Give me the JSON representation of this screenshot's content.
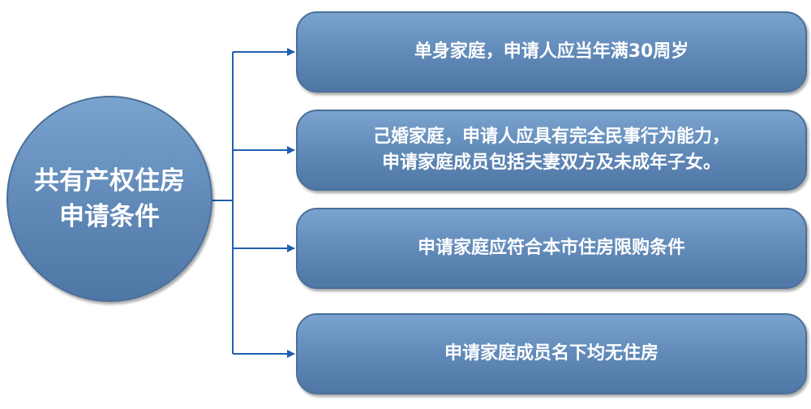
{
  "diagram": {
    "root": {
      "lines": [
        "共有产权住房",
        "申请条件"
      ]
    },
    "branches": [
      {
        "lines": [
          "单身家庭，申请人应当年满30周岁"
        ]
      },
      {
        "lines": [
          "己婚家庭，申请人应具有完全民事行为能力，",
          "申请家庭成员包括夫妻双方及未成年子女。"
        ]
      },
      {
        "lines": [
          "申请家庭应符合本市住房限购条件"
        ]
      },
      {
        "lines": [
          "申请家庭成员名下均无住房"
        ]
      }
    ],
    "colors": {
      "node_fill": "#6a93c2",
      "node_border": "#4a6f99",
      "connector": "#1f5fb0",
      "text": "#ffffff"
    }
  }
}
